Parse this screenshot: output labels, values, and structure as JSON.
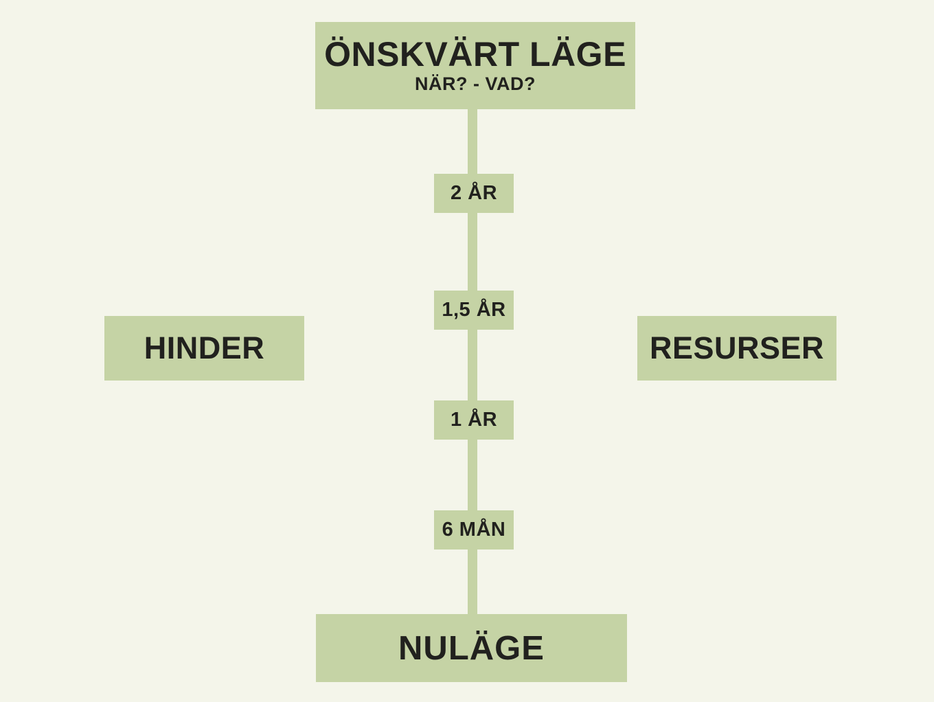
{
  "diagram": {
    "title_box": {
      "title": "ÖNSKVÄRT LÄGE",
      "subtitle": "NÄR? - VAD?"
    },
    "milestones": [
      {
        "label": "2 ÅR"
      },
      {
        "label": "1,5 ÅR"
      },
      {
        "label": "1 ÅR"
      },
      {
        "label": "6 MÅN"
      }
    ],
    "obstacles_label": "HINDER",
    "resources_label": "RESURSER",
    "current_state_label": "NULÄGE",
    "colors": {
      "background": "#f4f5ea",
      "box": "#c5d3a5",
      "text": "#21211e"
    }
  }
}
